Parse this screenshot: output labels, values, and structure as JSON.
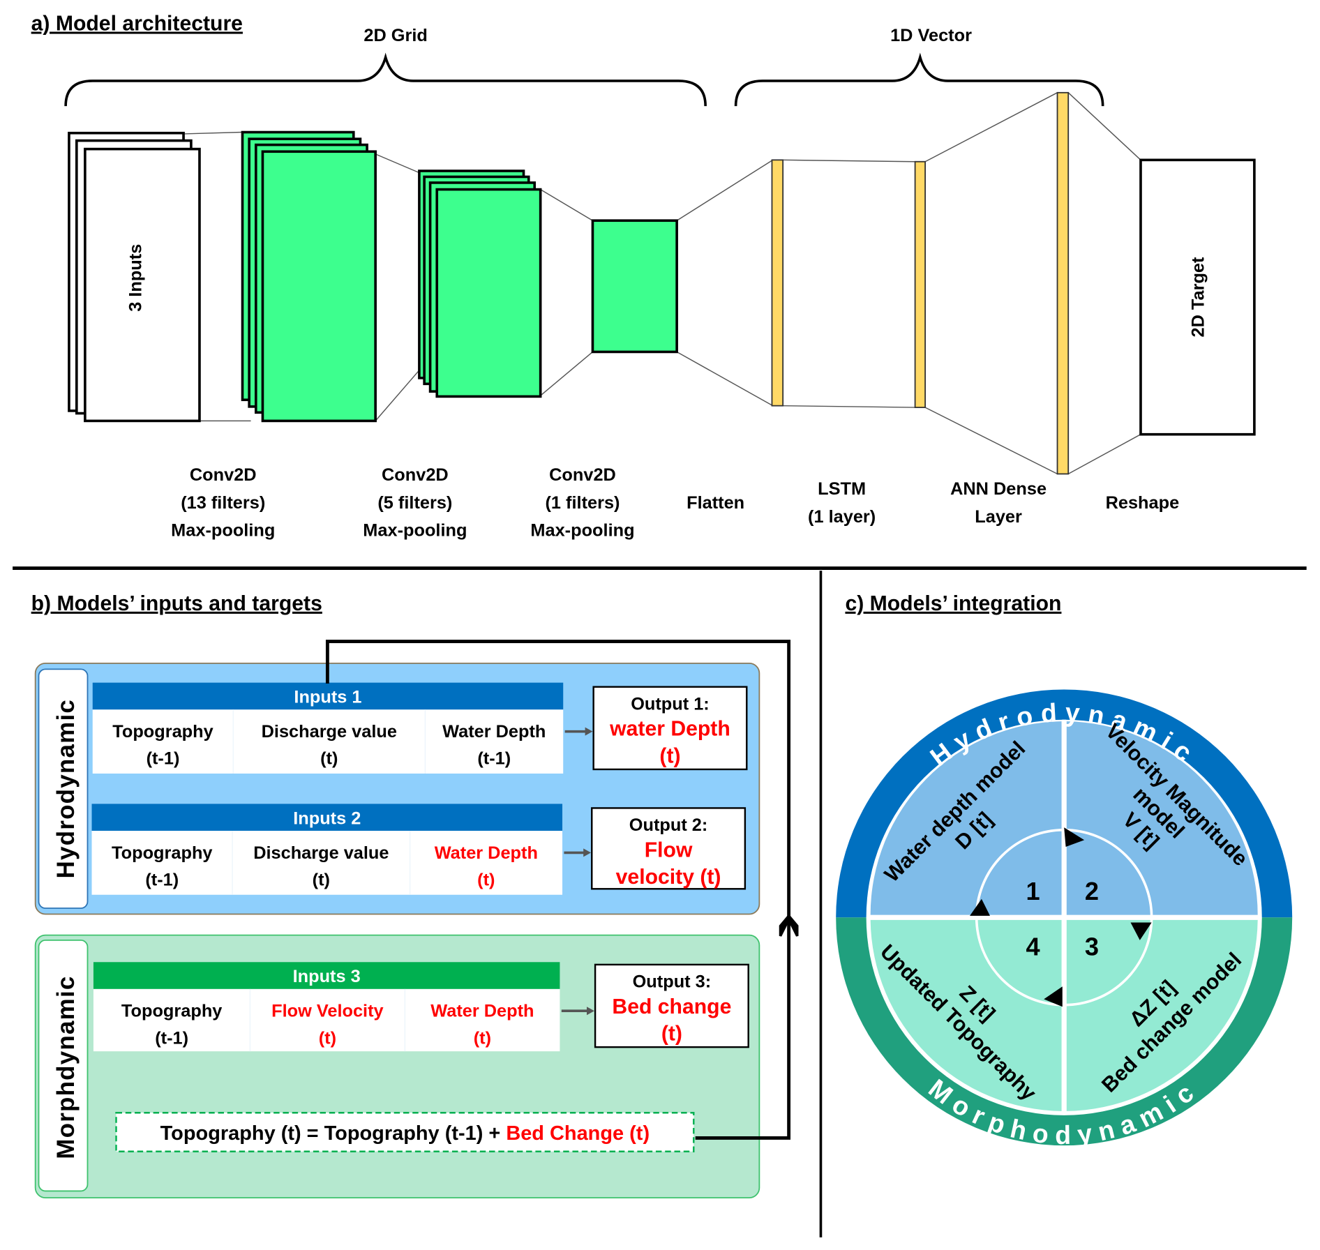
{
  "section_a": {
    "title": "a) Model architecture",
    "brace_2d": "2D Grid",
    "brace_1d": "1D Vector",
    "input_block": "3 Inputs",
    "target_block": "2D Target",
    "colors": {
      "conv": "#3DFF8E",
      "dense": "#FFD966"
    },
    "layers": [
      {
        "lines": [
          "Conv2D",
          "(13 filters)",
          "Max-pooling"
        ]
      },
      {
        "lines": [
          "Conv2D",
          "(5 filters)",
          "Max-pooling"
        ]
      },
      {
        "lines": [
          "Conv2D",
          "(1 filters)",
          "Max-pooling"
        ]
      },
      {
        "lines": [
          "Flatten"
        ]
      },
      {
        "lines": [
          "LSTM",
          "(1 layer)"
        ]
      },
      {
        "lines": [
          "ANN Dense",
          "Layer"
        ]
      },
      {
        "lines": [
          "Reshape"
        ]
      }
    ]
  },
  "section_b": {
    "title": "b) Models’ inputs and targets",
    "hydro_label": "Hydrodynamic",
    "morpho_label": "Morphdynamic",
    "colors": {
      "hydro_bg": "#8ECFFC",
      "hydro_hdr": "#0070C0",
      "morpho_bg": "#B5E8CF",
      "morpho_hdr": "#00B050",
      "highlight": "#FF0000"
    },
    "models": [
      {
        "header": "Inputs 1",
        "cells": [
          {
            "name": "Topography",
            "time": "(t-1)",
            "red": false
          },
          {
            "name": "Discharge value",
            "time": "(t)",
            "red": false
          },
          {
            "name": "Water Depth",
            "time": "(t-1)",
            "red": false
          }
        ],
        "output_title": "Output 1:",
        "output_lines": [
          "water Depth",
          "(t)"
        ]
      },
      {
        "header": "Inputs 2",
        "cells": [
          {
            "name": "Topography",
            "time": "(t-1)",
            "red": false
          },
          {
            "name": "Discharge value",
            "time": "(t)",
            "red": false
          },
          {
            "name": "Water Depth",
            "time": "(t)",
            "red": true
          }
        ],
        "output_title": "Output 2:",
        "output_lines": [
          "Flow",
          "velocity (t)"
        ]
      },
      {
        "header": "Inputs 3",
        "cells": [
          {
            "name": "Topography",
            "time": "(t-1)",
            "red": false
          },
          {
            "name": "Flow Velocity",
            "time": "(t)",
            "red": true
          },
          {
            "name": "Water Depth",
            "time": "(t)",
            "red": true
          }
        ],
        "output_title": "Output 3:",
        "output_lines": [
          "Bed change",
          "(t)"
        ]
      }
    ],
    "equation": {
      "black": "Topography (t) = Topography (t-1) + ",
      "red": "Bed Change (t)"
    }
  },
  "section_c": {
    "title": "c) Models’ integration",
    "ring_top": "Hydrodynamic",
    "ring_bottom": "Morphodynamic",
    "colors": {
      "ring_top": "#0070C0",
      "ring_bottom": "#20A07E",
      "quad_top": "#7FBCE9",
      "quad_bottom": "#93EAD3"
    },
    "quadrants": [
      {
        "number": "1",
        "lines": [
          "Water depth model",
          "D [t]"
        ]
      },
      {
        "number": "2",
        "lines": [
          "Velocity Magnitude",
          "model",
          "V [t]"
        ]
      },
      {
        "number": "3",
        "lines": [
          "ΔZ [t]",
          "Bed change model"
        ]
      },
      {
        "number": "4",
        "lines": [
          "Z [t]",
          "Updated Topography"
        ]
      }
    ]
  }
}
